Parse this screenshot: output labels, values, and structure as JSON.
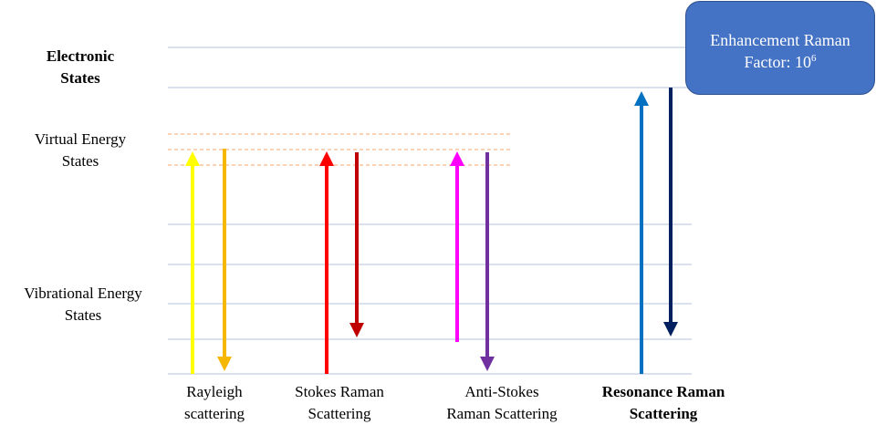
{
  "labels": {
    "electronic_states": [
      "Electronic",
      "States"
    ],
    "virtual_energy_states": [
      "Virtual Energy",
      "States"
    ],
    "vibrational_energy_states": [
      "Vibrational Energy",
      "States"
    ]
  },
  "processes": [
    {
      "id": "rayleigh",
      "lines": [
        "Rayleigh",
        "scattering"
      ],
      "bold": false
    },
    {
      "id": "stokes",
      "lines": [
        "Stokes Raman",
        "Scattering"
      ],
      "bold": false
    },
    {
      "id": "anti-stokes",
      "lines": [
        "Anti-Stokes",
        "Raman Scattering"
      ],
      "bold": false
    },
    {
      "id": "resonance",
      "lines": [
        "Resonance Raman",
        "Scattering"
      ],
      "bold": true
    }
  ],
  "enhancement_box": {
    "line1": "Enhancement Raman",
    "line2_text": "Factor: 10",
    "exponent": "6"
  },
  "colors": {
    "level_lines": "#b4c3dc",
    "virtual_dashed": "#f4a46c",
    "rayleigh_up": "#ffff00",
    "rayleigh_down": "#f5b700",
    "stokes_up": "#ff0000",
    "stokes_down": "#c00000",
    "anti_stokes_up": "#ff00ff",
    "anti_stokes_down": "#7030a0",
    "resonance_up": "#0070c0",
    "resonance_down": "#002060",
    "box_fill": "#4472c4"
  }
}
